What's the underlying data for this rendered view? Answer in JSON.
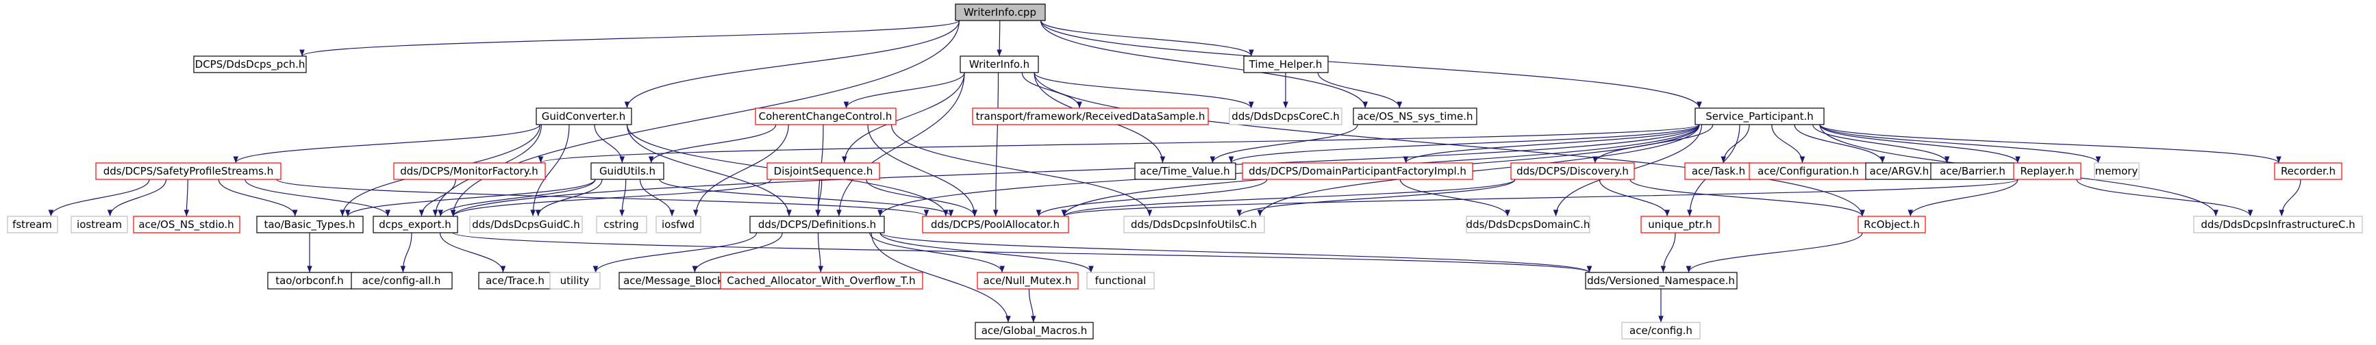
{
  "graph": {
    "nodes": [
      {
        "id": "WriterInfo.cpp",
        "label": "WriterInfo.cpp",
        "kind": "root"
      },
      {
        "id": "DCPS/DdsDcps_pch.h",
        "label": "DCPS/DdsDcps_pch.h",
        "kind": "documented"
      },
      {
        "id": "WriterInfo.h",
        "label": "WriterInfo.h",
        "kind": "documented"
      },
      {
        "id": "Time_Helper.h",
        "label": "Time_Helper.h",
        "kind": "documented"
      },
      {
        "id": "GuidConverter.h",
        "label": "GuidConverter.h",
        "kind": "documented"
      },
      {
        "id": "CoherentChangeControl.h",
        "label": "CoherentChangeControl.h",
        "kind": "truncated"
      },
      {
        "id": "transport/framework/ReceivedDataSample.h",
        "label": "transport/framework/ReceivedDataSample.h",
        "kind": "truncated"
      },
      {
        "id": "dds/DdsDcpsCoreC.h",
        "label": "dds/DdsDcpsCoreC.h",
        "kind": "undocumented"
      },
      {
        "id": "ace/OS_NS_sys_time.h",
        "label": "ace/OS_NS_sys_time.h",
        "kind": "documented"
      },
      {
        "id": "Service_Participant.h",
        "label": "Service_Participant.h",
        "kind": "documented"
      },
      {
        "id": "dds/DCPS/SafetyProfileStreams.h",
        "label": "dds/DCPS/SafetyProfileStreams.h",
        "kind": "truncated"
      },
      {
        "id": "dds/DCPS/MonitorFactory.h",
        "label": "dds/DCPS/MonitorFactory.h",
        "kind": "truncated"
      },
      {
        "id": "GuidUtils.h",
        "label": "GuidUtils.h",
        "kind": "documented"
      },
      {
        "id": "DisjointSequence.h",
        "label": "DisjointSequence.h",
        "kind": "truncated"
      },
      {
        "id": "ace/Time_Value.h",
        "label": "ace/Time_Value.h",
        "kind": "documented"
      },
      {
        "id": "dds/DCPS/DomainParticipantFactoryImpl.h",
        "label": "dds/DCPS/DomainParticipantFactoryImpl.h",
        "kind": "truncated"
      },
      {
        "id": "dds/DCPS/Discovery.h",
        "label": "dds/DCPS/Discovery.h",
        "kind": "truncated"
      },
      {
        "id": "ace/Task.h",
        "label": "ace/Task.h",
        "kind": "truncated"
      },
      {
        "id": "ace/Configuration.h",
        "label": "ace/Configuration.h",
        "kind": "truncated"
      },
      {
        "id": "ace/ARGV.h",
        "label": "ace/ARGV.h",
        "kind": "documented"
      },
      {
        "id": "ace/Barrier.h",
        "label": "ace/Barrier.h",
        "kind": "documented"
      },
      {
        "id": "Replayer.h",
        "label": "Replayer.h",
        "kind": "truncated"
      },
      {
        "id": "memory",
        "label": "memory",
        "kind": "undocumented"
      },
      {
        "id": "Recorder.h",
        "label": "Recorder.h",
        "kind": "truncated"
      },
      {
        "id": "fstream",
        "label": "fstream",
        "kind": "undocumented"
      },
      {
        "id": "iostream",
        "label": "iostream",
        "kind": "undocumented"
      },
      {
        "id": "ace/OS_NS_stdio.h",
        "label": "ace/OS_NS_stdio.h",
        "kind": "truncated"
      },
      {
        "id": "tao/Basic_Types.h",
        "label": "tao/Basic_Types.h",
        "kind": "documented"
      },
      {
        "id": "dcps_export.h",
        "label": "dcps_export.h",
        "kind": "documented"
      },
      {
        "id": "dds/DdsDcpsGuidC.h",
        "label": "dds/DdsDcpsGuidC.h",
        "kind": "undocumented"
      },
      {
        "id": "cstring",
        "label": "cstring",
        "kind": "undocumented"
      },
      {
        "id": "iosfwd",
        "label": "iosfwd",
        "kind": "undocumented"
      },
      {
        "id": "dds/DCPS/Definitions.h",
        "label": "dds/DCPS/Definitions.h",
        "kind": "documented"
      },
      {
        "id": "dds/DCPS/PoolAllocator.h",
        "label": "dds/DCPS/PoolAllocator.h",
        "kind": "truncated"
      },
      {
        "id": "dds/DdsDcpsInfoUtilsC.h",
        "label": "dds/DdsDcpsInfoUtilsC.h",
        "kind": "undocumented"
      },
      {
        "id": "dds/DdsDcpsDomainC.h",
        "label": "dds/DdsDcpsDomainC.h",
        "kind": "undocumented"
      },
      {
        "id": "unique_ptr.h",
        "label": "unique_ptr.h",
        "kind": "truncated"
      },
      {
        "id": "RcObject.h",
        "label": "RcObject.h",
        "kind": "truncated"
      },
      {
        "id": "dds/DdsDcpsInfrastructureC.h",
        "label": "dds/DdsDcpsInfrastructureC.h",
        "kind": "undocumented"
      },
      {
        "id": "tao/orbconf.h",
        "label": "tao/orbconf.h",
        "kind": "documented"
      },
      {
        "id": "ace/config-all.h",
        "label": "ace/config-all.h",
        "kind": "documented"
      },
      {
        "id": "ace/Trace.h",
        "label": "ace/Trace.h",
        "kind": "documented"
      },
      {
        "id": "utility",
        "label": "utility",
        "kind": "undocumented"
      },
      {
        "id": "ace/Message_Block.h",
        "label": "ace/Message_Block.h",
        "kind": "documented"
      },
      {
        "id": "Cached_Allocator_With_Overflow_T.h",
        "label": "Cached_Allocator_With_Overflow_T.h",
        "kind": "truncated"
      },
      {
        "id": "ace/Null_Mutex.h",
        "label": "ace/Null_Mutex.h",
        "kind": "truncated"
      },
      {
        "id": "functional",
        "label": "functional",
        "kind": "undocumented"
      },
      {
        "id": "dds/Versioned_Namespace.h",
        "label": "dds/Versioned_Namespace.h",
        "kind": "documented"
      },
      {
        "id": "ace/Global_Macros.h",
        "label": "ace/Global_Macros.h",
        "kind": "documented"
      },
      {
        "id": "ace/config.h",
        "label": "ace/config.h",
        "kind": "undocumented"
      }
    ],
    "edges": [
      [
        "WriterInfo.cpp",
        "DCPS/DdsDcps_pch.h"
      ],
      [
        "WriterInfo.cpp",
        "WriterInfo.h"
      ],
      [
        "WriterInfo.cpp",
        "Time_Helper.h"
      ],
      [
        "WriterInfo.cpp",
        "GuidConverter.h"
      ],
      [
        "WriterInfo.cpp",
        "ace/OS_NS_sys_time.h"
      ],
      [
        "WriterInfo.cpp",
        "Service_Participant.h"
      ],
      [
        "WriterInfo.cpp",
        "dcps_export.h"
      ],
      [
        "WriterInfo.h",
        "CoherentChangeControl.h"
      ],
      [
        "WriterInfo.h",
        "transport/framework/ReceivedDataSample.h"
      ],
      [
        "WriterInfo.h",
        "dds/DdsDcpsCoreC.h"
      ],
      [
        "WriterInfo.h",
        "DisjointSequence.h"
      ],
      [
        "WriterInfo.h",
        "dds/DCPS/Definitions.h"
      ],
      [
        "WriterInfo.h",
        "dds/DCPS/PoolAllocator.h"
      ],
      [
        "WriterInfo.h",
        "ace/Time_Value.h"
      ],
      [
        "WriterInfo.h",
        "RcObject.h"
      ],
      [
        "Time_Helper.h",
        "dds/DdsDcpsCoreC.h"
      ],
      [
        "Time_Helper.h",
        "ace/OS_NS_sys_time.h"
      ],
      [
        "ace/OS_NS_sys_time.h",
        "ace/Time_Value.h"
      ],
      [
        "GuidConverter.h",
        "dds/DCPS/SafetyProfileStreams.h"
      ],
      [
        "GuidConverter.h",
        "GuidUtils.h"
      ],
      [
        "GuidConverter.h",
        "dcps_export.h"
      ],
      [
        "GuidConverter.h",
        "tao/Basic_Types.h"
      ],
      [
        "GuidConverter.h",
        "dds/DdsDcpsGuidC.h"
      ],
      [
        "GuidConverter.h",
        "dds/DCPS/Definitions.h"
      ],
      [
        "GuidConverter.h",
        "dds/DCPS/PoolAllocator.h"
      ],
      [
        "CoherentChangeControl.h",
        "GuidUtils.h"
      ],
      [
        "CoherentChangeControl.h",
        "iosfwd"
      ],
      [
        "CoherentChangeControl.h",
        "dds/DCPS/Definitions.h"
      ],
      [
        "CoherentChangeControl.h",
        "dds/DCPS/PoolAllocator.h"
      ],
      [
        "CoherentChangeControl.h",
        "dds/DdsDcpsInfoUtilsC.h"
      ],
      [
        "Service_Participant.h",
        "dds/DCPS/MonitorFactory.h"
      ],
      [
        "Service_Participant.h",
        "ace/Time_Value.h"
      ],
      [
        "Service_Participant.h",
        "dds/DCPS/DomainParticipantFactoryImpl.h"
      ],
      [
        "Service_Participant.h",
        "dds/DCPS/Discovery.h"
      ],
      [
        "Service_Participant.h",
        "ace/Task.h"
      ],
      [
        "Service_Participant.h",
        "ace/Configuration.h"
      ],
      [
        "Service_Participant.h",
        "ace/ARGV.h"
      ],
      [
        "Service_Participant.h",
        "ace/Barrier.h"
      ],
      [
        "Service_Participant.h",
        "Replayer.h"
      ],
      [
        "Service_Participant.h",
        "memory"
      ],
      [
        "Service_Participant.h",
        "Recorder.h"
      ],
      [
        "Service_Participant.h",
        "dds/DCPS/Definitions.h"
      ],
      [
        "Service_Participant.h",
        "dds/DCPS/PoolAllocator.h"
      ],
      [
        "Service_Participant.h",
        "dds/DdsDcpsInfoUtilsC.h"
      ],
      [
        "Service_Participant.h",
        "dds/DdsDcpsDomainC.h"
      ],
      [
        "Service_Participant.h",
        "unique_ptr.h"
      ],
      [
        "Service_Participant.h",
        "dds/DdsDcpsInfrastructureC.h"
      ],
      [
        "Service_Participant.h",
        "dcps_export.h"
      ],
      [
        "dds/DCPS/SafetyProfileStreams.h",
        "fstream"
      ],
      [
        "dds/DCPS/SafetyProfileStreams.h",
        "iostream"
      ],
      [
        "dds/DCPS/SafetyProfileStreams.h",
        "ace/OS_NS_stdio.h"
      ],
      [
        "dds/DCPS/SafetyProfileStreams.h",
        "tao/Basic_Types.h"
      ],
      [
        "dds/DCPS/SafetyProfileStreams.h",
        "dcps_export.h"
      ],
      [
        "dds/DCPS/SafetyProfileStreams.h",
        "dds/DCPS/PoolAllocator.h"
      ],
      [
        "dds/DCPS/MonitorFactory.h",
        "dcps_export.h"
      ],
      [
        "GuidUtils.h",
        "tao/Basic_Types.h"
      ],
      [
        "GuidUtils.h",
        "dcps_export.h"
      ],
      [
        "GuidUtils.h",
        "dds/DdsDcpsGuidC.h"
      ],
      [
        "GuidUtils.h",
        "cstring"
      ],
      [
        "GuidUtils.h",
        "iosfwd"
      ],
      [
        "GuidUtils.h",
        "dds/DCPS/PoolAllocator.h"
      ],
      [
        "DisjointSequence.h",
        "dds/DCPS/Definitions.h"
      ],
      [
        "DisjointSequence.h",
        "dds/DCPS/PoolAllocator.h"
      ],
      [
        "DisjointSequence.h",
        "dcps_export.h"
      ],
      [
        "dds/DCPS/DomainParticipantFactoryImpl.h",
        "dds/DCPS/PoolAllocator.h"
      ],
      [
        "dds/DCPS/DomainParticipantFactoryImpl.h",
        "dds/DdsDcpsDomainC.h"
      ],
      [
        "dds/DCPS/Discovery.h",
        "dds/DCPS/PoolAllocator.h"
      ],
      [
        "dds/DCPS/Discovery.h",
        "dds/DdsDcpsInfoUtilsC.h"
      ],
      [
        "dds/DCPS/Discovery.h",
        "unique_ptr.h"
      ],
      [
        "dds/DCPS/Discovery.h",
        "RcObject.h"
      ],
      [
        "Replayer.h",
        "RcObject.h"
      ],
      [
        "Replayer.h",
        "dds/DdsDcpsInfrastructureC.h"
      ],
      [
        "Replayer.h",
        "dds/DCPS/PoolAllocator.h"
      ],
      [
        "Recorder.h",
        "dds/DdsDcpsInfrastructureC.h"
      ],
      [
        "tao/Basic_Types.h",
        "tao/orbconf.h"
      ],
      [
        "dcps_export.h",
        "ace/config-all.h"
      ],
      [
        "dcps_export.h",
        "ace/Trace.h"
      ],
      [
        "dcps_export.h",
        "dds/Versioned_Namespace.h"
      ],
      [
        "dds/DCPS/Definitions.h",
        "utility"
      ],
      [
        "dds/DCPS/Definitions.h",
        "ace/Message_Block.h"
      ],
      [
        "dds/DCPS/Definitions.h",
        "Cached_Allocator_With_Overflow_T.h"
      ],
      [
        "dds/DCPS/Definitions.h",
        "ace/Null_Mutex.h"
      ],
      [
        "dds/DCPS/Definitions.h",
        "functional"
      ],
      [
        "dds/DCPS/Definitions.h",
        "ace/Global_Macros.h"
      ],
      [
        "dds/DCPS/Definitions.h",
        "dds/Versioned_Namespace.h"
      ],
      [
        "ace/Null_Mutex.h",
        "ace/Global_Macros.h"
      ],
      [
        "unique_ptr.h",
        "dds/Versioned_Namespace.h"
      ],
      [
        "RcObject.h",
        "dds/Versioned_Namespace.h"
      ],
      [
        "dds/Versioned_Namespace.h",
        "ace/config.h"
      ]
    ],
    "styles": {
      "root": {
        "fill": "#bfbfbf",
        "stroke": "#000000"
      },
      "documented": {
        "fill": "#ffffff",
        "stroke": "#000000"
      },
      "truncated": {
        "fill": "#ffffff",
        "stroke": "#ff0000"
      },
      "undocumented": {
        "fill": "#ffffff",
        "stroke": "#bfbfbf"
      },
      "edge": "#191970",
      "text": "#000000"
    }
  }
}
